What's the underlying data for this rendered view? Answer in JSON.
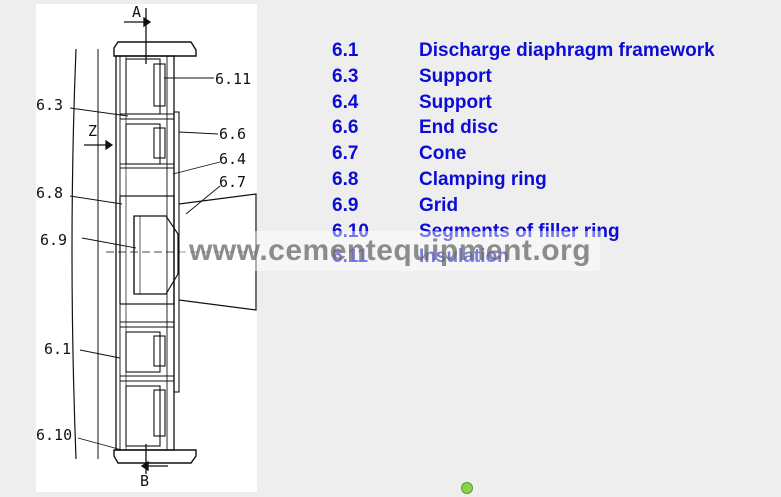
{
  "drawing": {
    "section_marks": {
      "top": "A",
      "bottom": "B",
      "side": "Z"
    },
    "callouts": [
      "6.11",
      "6.3",
      "6.6",
      "6.4",
      "6.7",
      "6.8",
      "6.9",
      "6.1",
      "6.10"
    ]
  },
  "legend": [
    {
      "num": "6.1",
      "label": "Discharge diaphragm framework"
    },
    {
      "num": "6.3",
      "label": "Support"
    },
    {
      "num": "6.4",
      "label": "Support"
    },
    {
      "num": "6.6",
      "label": "End disc"
    },
    {
      "num": "6.7",
      "label": "Cone"
    },
    {
      "num": "6.8",
      "label": "Clamping ring"
    },
    {
      "num": "6.9",
      "label": "Grid"
    },
    {
      "num": "6.10",
      "label": "Segments of filler ring"
    },
    {
      "num": "6.11",
      "label": "Insulation"
    }
  ],
  "watermark": "www.cementequipment.org",
  "colors": {
    "legend_text": "#0c0cd6",
    "background": "#eeeeee",
    "indicator_dot": "#8bd34a"
  }
}
